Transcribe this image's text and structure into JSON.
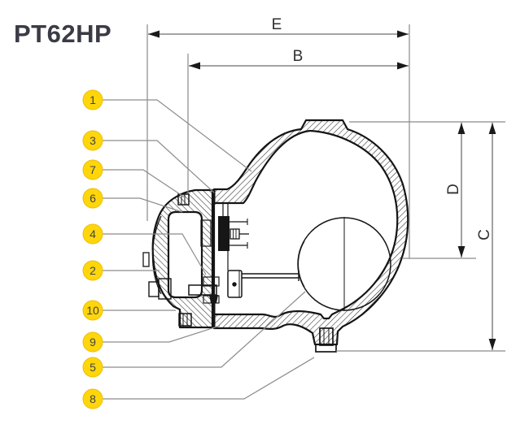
{
  "title": "PT62HP",
  "dimensions": {
    "top_outer": {
      "label": "E"
    },
    "top_inner": {
      "label": "B"
    },
    "right_inner": {
      "label": "D"
    },
    "right_outer": {
      "label": "C"
    }
  },
  "callouts": [
    {
      "number": "1"
    },
    {
      "number": "3"
    },
    {
      "number": "7"
    },
    {
      "number": "6"
    },
    {
      "number": "4"
    },
    {
      "number": "2"
    },
    {
      "number": "10"
    },
    {
      "number": "9"
    },
    {
      "number": "5"
    },
    {
      "number": "8"
    }
  ],
  "colors": {
    "callout_fill": "#FFD60A",
    "title_color": "#3A3B45",
    "drawing_line": "#141414",
    "dimension_line": "#6E6E6E",
    "leader_line": "#8C8C8C"
  }
}
